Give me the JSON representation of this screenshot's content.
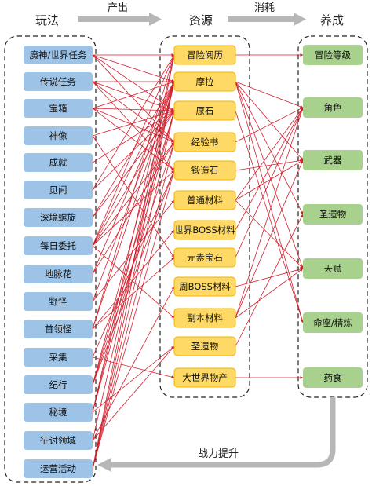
{
  "headers": {
    "play": "玩法",
    "resource": "资源",
    "growth": "养成"
  },
  "top_arrows": {
    "produce": "产出",
    "consume": "消耗"
  },
  "feedback_label": "战力提升",
  "colors": {
    "play_fill": "#9dc3e6",
    "resource_fill": "#ffd966",
    "resource_stroke": "#f1b400",
    "growth_fill": "#a9d18e",
    "edge": "#d21f2d",
    "gray_arrow": "#b7b7b7"
  },
  "play_nodes": [
    "魔神/世界任务",
    "传说任务",
    "宝箱",
    "神像",
    "成就",
    "见闻",
    "深境螺旋",
    "每日委托",
    "地脉花",
    "野怪",
    "首领怪",
    "采集",
    "纪行",
    "秘境",
    "征讨领域",
    "运营活动"
  ],
  "resource_nodes": [
    "冒险阅历",
    "摩拉",
    "原石",
    "经验书",
    "锻造石",
    "普通材料",
    "世界BOSS材料",
    "元素宝石",
    "周BOSS材料",
    "副本材料",
    "圣遗物",
    "大世界物产"
  ],
  "growth_nodes": [
    "冒险等级",
    "角色",
    "武器",
    "圣遗物",
    "天赋",
    "命座/精炼",
    "药食"
  ],
  "produce_edges": [
    [
      0,
      0
    ],
    [
      0,
      1
    ],
    [
      0,
      2
    ],
    [
      0,
      3
    ],
    [
      1,
      1
    ],
    [
      1,
      2
    ],
    [
      1,
      3
    ],
    [
      1,
      4
    ],
    [
      2,
      1
    ],
    [
      2,
      2
    ],
    [
      2,
      3
    ],
    [
      2,
      4
    ],
    [
      3,
      2
    ],
    [
      3,
      7
    ],
    [
      4,
      2
    ],
    [
      5,
      0
    ],
    [
      5,
      2
    ],
    [
      6,
      1
    ],
    [
      6,
      2
    ],
    [
      7,
      0
    ],
    [
      7,
      1
    ],
    [
      7,
      2
    ],
    [
      7,
      3
    ],
    [
      7,
      4
    ],
    [
      7,
      9
    ],
    [
      8,
      1
    ],
    [
      8,
      3
    ],
    [
      9,
      1
    ],
    [
      9,
      5
    ],
    [
      10,
      0
    ],
    [
      10,
      1
    ],
    [
      10,
      6
    ],
    [
      10,
      7
    ],
    [
      11,
      4
    ],
    [
      11,
      11
    ],
    [
      12,
      1
    ],
    [
      12,
      2
    ],
    [
      12,
      3
    ],
    [
      12,
      4
    ],
    [
      13,
      0
    ],
    [
      13,
      1
    ],
    [
      13,
      2
    ],
    [
      13,
      10
    ],
    [
      14,
      1
    ],
    [
      14,
      8
    ],
    [
      14,
      10
    ],
    [
      15,
      0
    ],
    [
      15,
      1
    ],
    [
      15,
      2
    ],
    [
      15,
      3
    ],
    [
      15,
      4
    ]
  ],
  "consume_edges": [
    [
      0,
      0
    ],
    [
      1,
      1
    ],
    [
      1,
      2
    ],
    [
      1,
      3
    ],
    [
      1,
      4
    ],
    [
      1,
      5
    ],
    [
      2,
      5
    ],
    [
      3,
      1
    ],
    [
      4,
      2
    ],
    [
      5,
      1
    ],
    [
      5,
      2
    ],
    [
      5,
      4
    ],
    [
      6,
      1
    ],
    [
      7,
      1
    ],
    [
      8,
      4
    ],
    [
      9,
      1
    ],
    [
      9,
      2
    ],
    [
      9,
      4
    ],
    [
      10,
      3
    ],
    [
      11,
      6
    ]
  ]
}
